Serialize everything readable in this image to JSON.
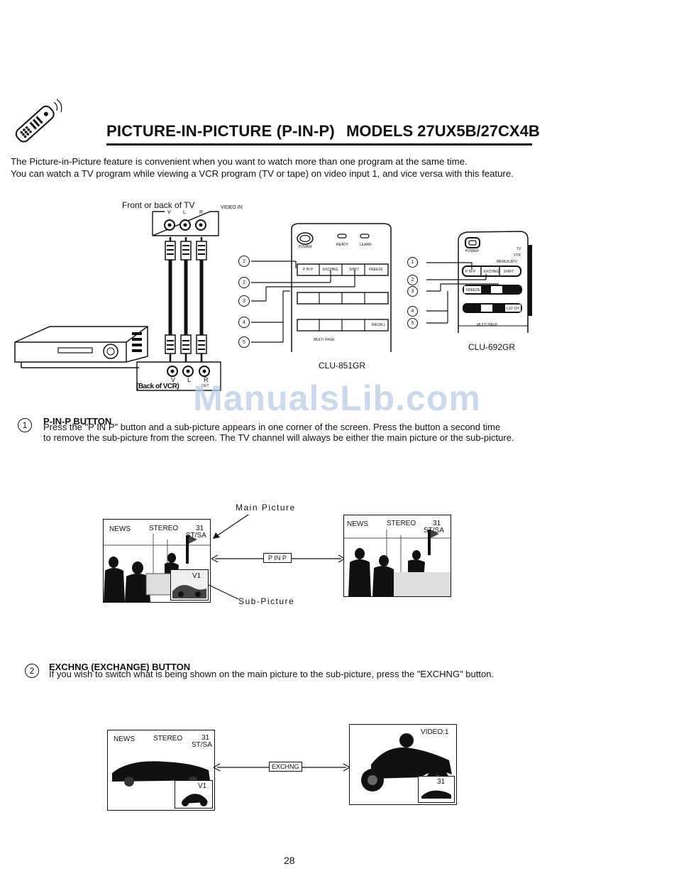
{
  "header": {
    "title": "PICTURE-IN-PICTURE (P-IN-P)",
    "models": "MODELS 27UX5B/27CX4B"
  },
  "intro": {
    "line1": "The Picture-in-Picture feature is convenient when you want to watch more than one program at the same time.",
    "line2": "You can watch a TV program while viewing a VCR program (TV or tape) on video input 1, and vice versa with this feature."
  },
  "connection": {
    "front_back_label": "Front or back of TV",
    "video_in": "VIDEO IN",
    "v": "V",
    "l": "L",
    "r": "R",
    "back_of_vcr": "(Back of VCR)",
    "vcr_out": "OUT"
  },
  "remote_851": {
    "name": "CLU-851GR",
    "power": "POWER",
    "ready": "READY",
    "learn": "LEARN",
    "btn_pinp": "P IN P",
    "btn_exchng": "EXCHNG",
    "btn_shift": "SHIFT",
    "btn_freeze": "FREEZE",
    "btn_recall": "RECALL",
    "multi_page": "MULTI PAGE",
    "callouts": [
      "1",
      "2",
      "3",
      "4",
      "5"
    ]
  },
  "remote_692": {
    "name": "CLU-692GR",
    "power": "POWER",
    "tv": "TV",
    "vtr": "VTR",
    "menu_catv": "MENU/CATV",
    "btn_pinp": "P IN P",
    "btn_exchng": "EXCHNG",
    "btn_shift": "SHIFT",
    "btn_freeze": "FREEZE",
    "btn_lstch": "LST-CH",
    "multi_page": "MULTI PAGE",
    "callouts": [
      "1",
      "2",
      "3",
      "4",
      "5"
    ]
  },
  "watermark": "ManualsLib.com",
  "section1": {
    "number": "1",
    "title": "P-IN-P BUTTON",
    "line1": "Press the \"P IN P\" button and a sub-picture appears in one corner of the screen. Press the button a second time",
    "line2": "to remove the sub-picture from the screen. The TV channel will always be either the main picture or the sub-picture."
  },
  "diagram1": {
    "main_picture_label": "Main Picture",
    "sub_picture_label": "Sub-Picture",
    "button": "P IN P",
    "left_tv": {
      "news": "NEWS",
      "stereo": "STEREO",
      "channel": "31",
      "stsa": "ST/SA",
      "sub": "V1"
    },
    "right_tv": {
      "news": "NEWS",
      "stereo": "STEREO",
      "channel": "31",
      "stsa": "ST/SA"
    }
  },
  "section2": {
    "number": "2",
    "title": "EXCHNG (EXCHANGE) BUTTON",
    "line1": "If you wish to switch what is being shown on the main picture to the sub-picture, press the \"EXCHNG\" button."
  },
  "diagram2": {
    "button": "EXCHNG",
    "left_tv": {
      "news": "NEWS",
      "stereo": "STEREO",
      "channel": "31",
      "stsa": "ST/SA",
      "sub": "V1"
    },
    "right_tv": {
      "video": "VIDEO:1",
      "sub_channel": "31"
    }
  },
  "page_number": "28"
}
